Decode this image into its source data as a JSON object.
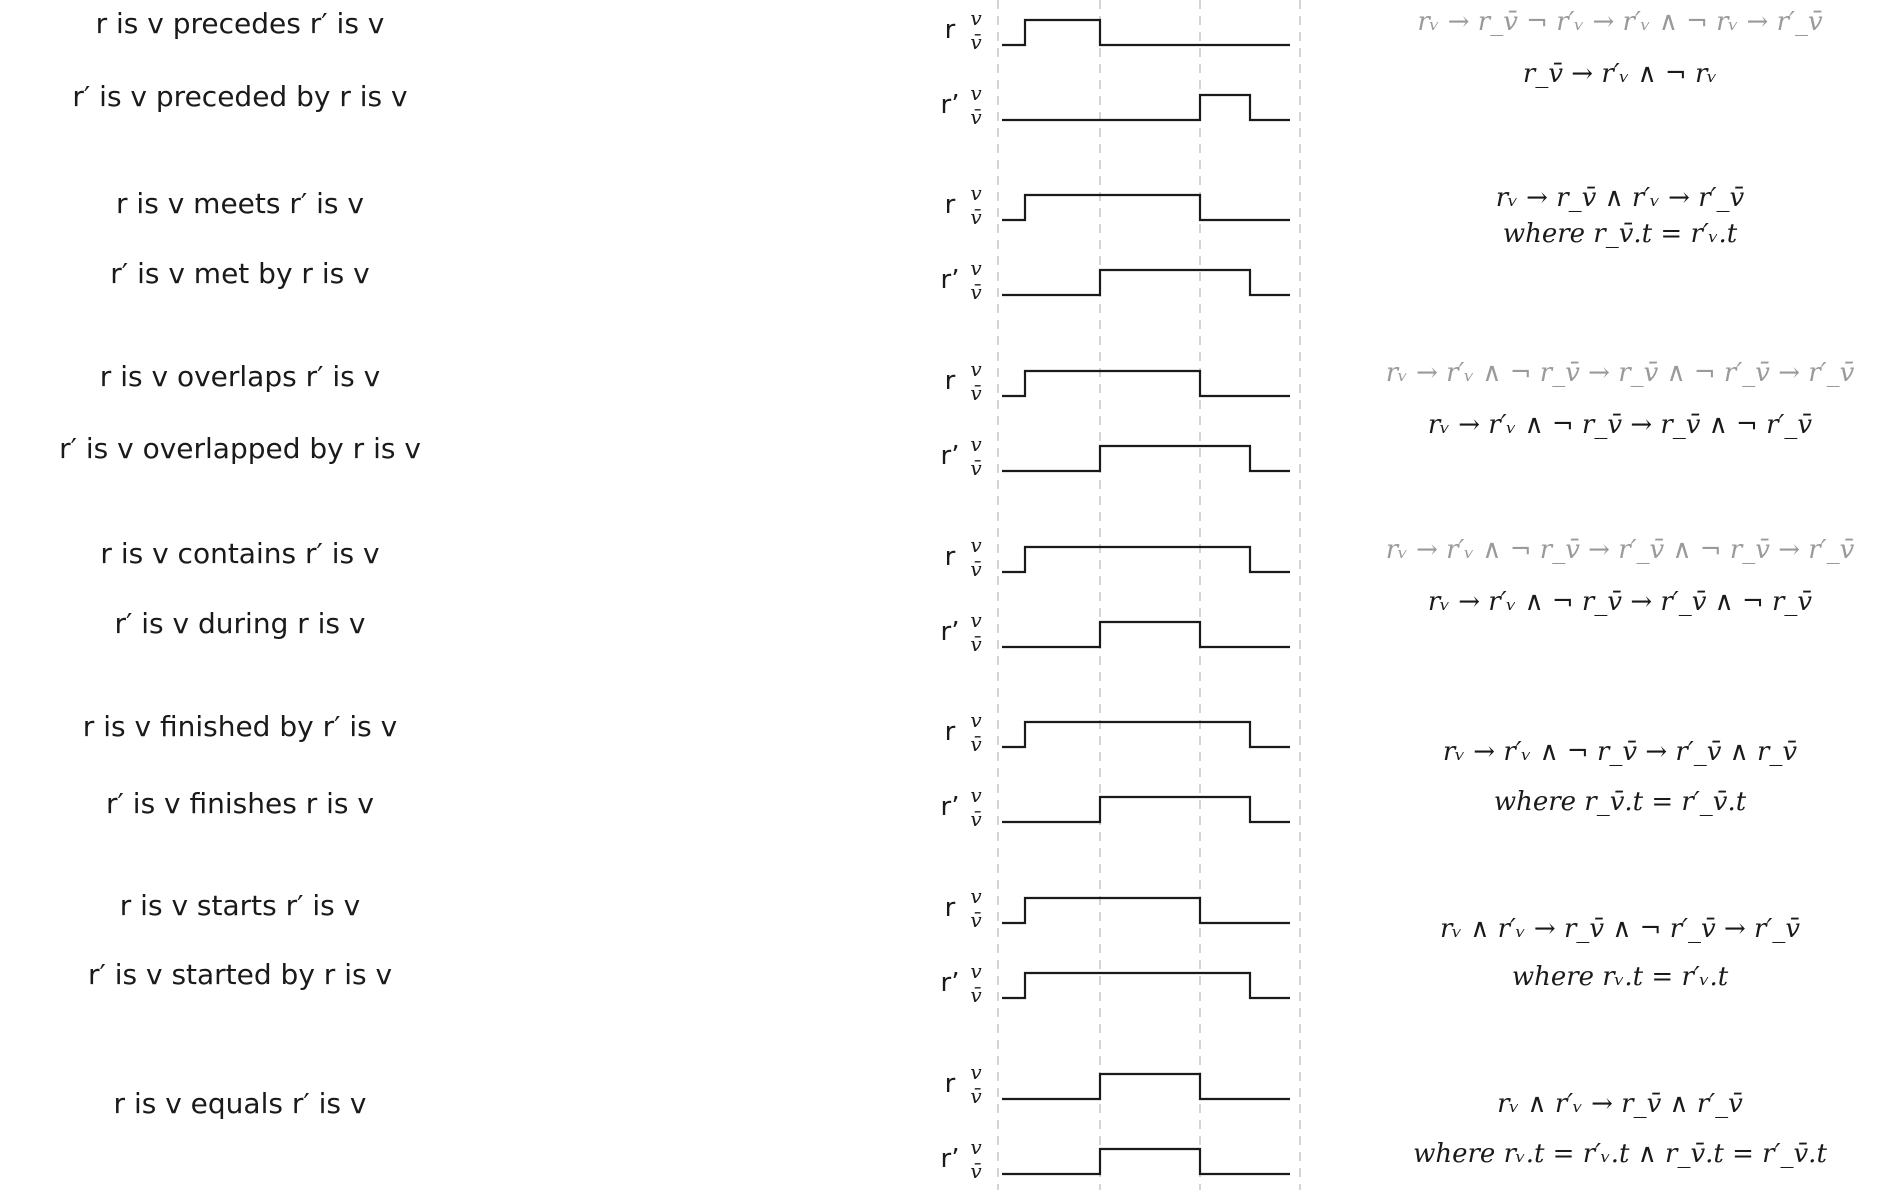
{
  "colors": {
    "ink": "#1a1a1a",
    "faint": "#9a9a9a",
    "guide": "#b8b8b8"
  },
  "signal_names": {
    "r": "r",
    "r_prime": "r’"
  },
  "levels": {
    "high": "v",
    "low": "v̄"
  },
  "relations": [
    {
      "left_text": "r is v precedes r′ is v",
      "right_text": "r′ is v preceded by r is v",
      "r_wave": [
        0,
        1,
        0,
        0,
        0
      ],
      "rp_wave": [
        0,
        0,
        0,
        1,
        0
      ],
      "formulas": [
        {
          "text": "rᵥ → r_v̄ ¬ r′ᵥ → r′ᵥ ∧ ¬ rᵥ → r′_v̄",
          "faint": true
        },
        {
          "text": "r_v̄ → r′ᵥ ∧ ¬ rᵥ",
          "faint": false
        }
      ]
    },
    {
      "left_text": "r is v meets r′ is v",
      "right_text": "r′ is v met by r is v",
      "r_wave": [
        0,
        1,
        1,
        0,
        0
      ],
      "rp_wave": [
        0,
        0,
        1,
        1,
        0
      ],
      "formulas": [
        {
          "text": "rᵥ → r_v̄ ∧ r′ᵥ → r′_v̄",
          "faint": false
        },
        {
          "text": "where r_v̄.t = r′ᵥ.t",
          "faint": false
        }
      ]
    },
    {
      "left_text": "r is v overlaps r′ is v",
      "right_text": "r′ is v overlapped by r is v",
      "r_wave": [
        0,
        1,
        1,
        0,
        0
      ],
      "rp_wave": [
        0,
        0,
        1,
        1,
        0
      ],
      "formulas": [
        {
          "text": "rᵥ → r′ᵥ ∧ ¬ r_v̄ → r_v̄ ∧ ¬ r′_v̄ → r′_v̄",
          "faint": true
        },
        {
          "text": "rᵥ → r′ᵥ ∧ ¬ r_v̄ → r_v̄ ∧ ¬ r′_v̄",
          "faint": false
        }
      ]
    },
    {
      "left_text": "r is v contains r′ is v",
      "right_text": "r′ is v during r is v",
      "r_wave": [
        0,
        1,
        1,
        1,
        0
      ],
      "rp_wave": [
        0,
        0,
        1,
        0,
        0
      ],
      "formulas": [
        {
          "text": "rᵥ → r′ᵥ ∧ ¬ r_v̄ → r′_v̄ ∧ ¬ r_v̄ → r′_v̄",
          "faint": true
        },
        {
          "text": "rᵥ → r′ᵥ ∧ ¬ r_v̄ → r′_v̄ ∧ ¬ r_v̄",
          "faint": false
        }
      ]
    },
    {
      "left_text": "r is v finished by r′ is v",
      "right_text": "r′ is v finishes r is v",
      "r_wave": [
        0,
        1,
        1,
        1,
        0
      ],
      "rp_wave": [
        0,
        0,
        1,
        1,
        0
      ],
      "formulas": [
        {
          "text": "rᵥ → r′ᵥ ∧ ¬ r_v̄ → r′_v̄ ∧ r_v̄",
          "faint": false
        },
        {
          "text": "where r_v̄.t = r′_v̄.t",
          "faint": false
        }
      ]
    },
    {
      "left_text": "r is v starts r′ is v",
      "right_text": "r′ is v started by r is v",
      "r_wave": [
        0,
        1,
        1,
        0,
        0
      ],
      "rp_wave": [
        0,
        1,
        1,
        1,
        0
      ],
      "formulas": [
        {
          "text": "rᵥ ∧ r′ᵥ → r_v̄ ∧ ¬ r′_v̄ → r′_v̄",
          "faint": false
        },
        {
          "text": "where rᵥ.t = r′ᵥ.t",
          "faint": false
        }
      ]
    },
    {
      "left_text": "r is v equals r′ is v",
      "right_text": "",
      "r_wave": [
        0,
        0,
        1,
        0,
        0
      ],
      "rp_wave": [
        0,
        0,
        1,
        0,
        0
      ],
      "formulas": [
        {
          "text": "rᵥ ∧ r′ᵥ → r_v̄ ∧ r′_v̄",
          "faint": false
        },
        {
          "text": "where rᵥ.t = r′ᵥ.t ∧ r_v̄.t = r′_v̄.t",
          "faint": false
        }
      ]
    }
  ]
}
